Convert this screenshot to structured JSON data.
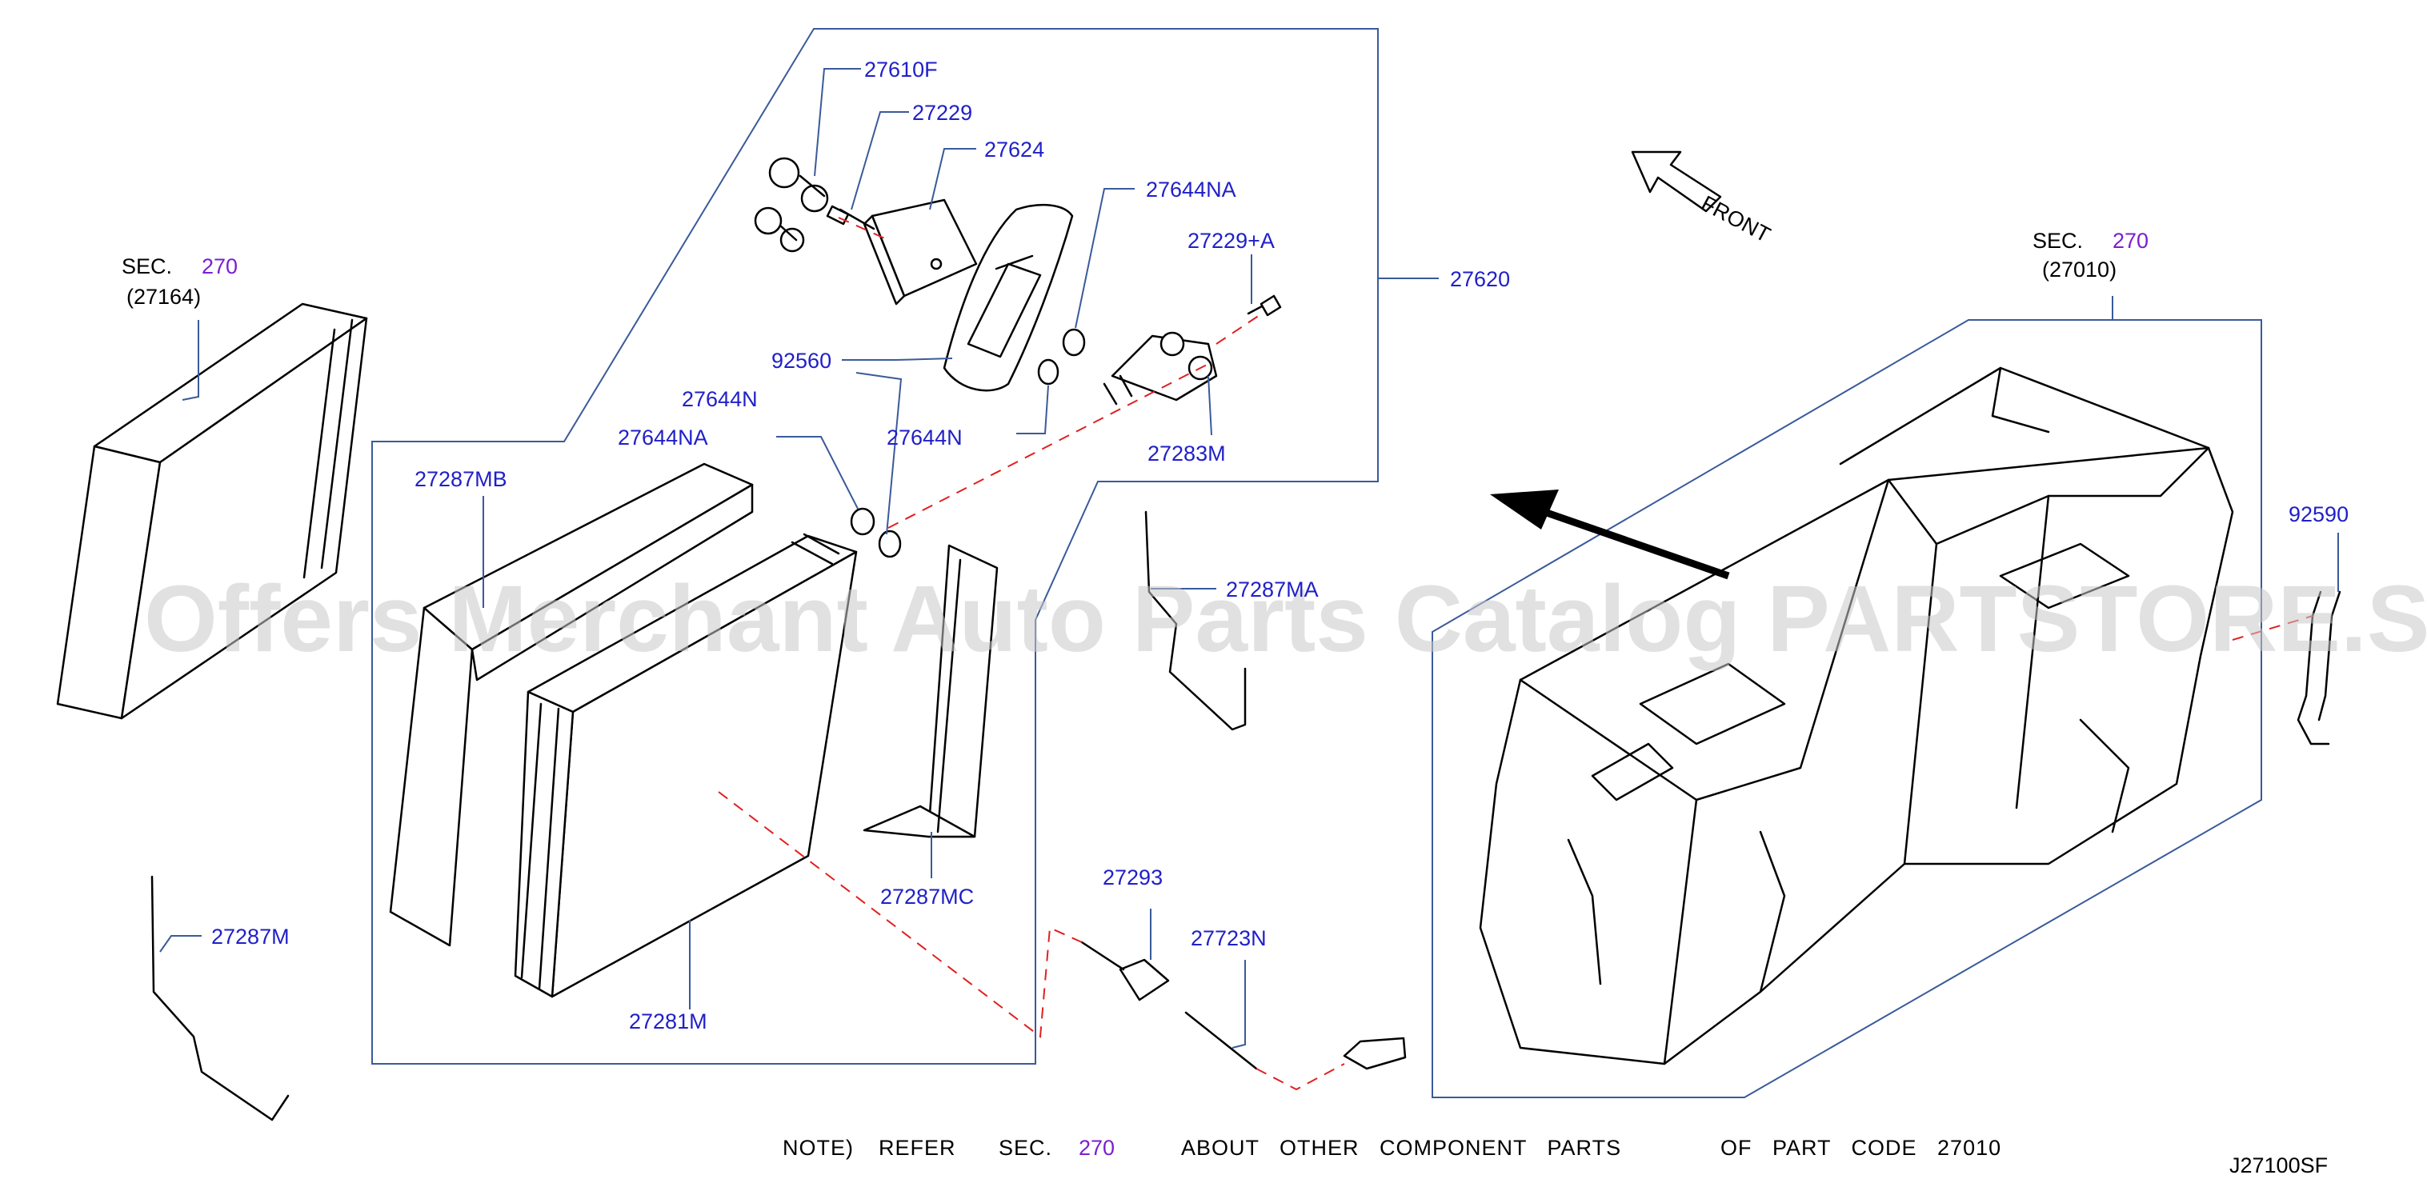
{
  "watermark": "Offers Merchant Auto Parts Catalog PARTSTORE.SA",
  "diagram_code": "J27100SF",
  "front_label": "FRONT",
  "sec_refs": [
    {
      "prefix": "SEC.",
      "number": "270",
      "code": "(27164)"
    },
    {
      "prefix": "SEC.",
      "number": "270",
      "code": "(27010)"
    }
  ],
  "note": {
    "prefix": "NOTE)",
    "refer": "REFER",
    "sec": "SEC.",
    "sec_number": "270",
    "text": "ABOUT   OTHER   COMPONENT   PARTS",
    "suffix": "OF   PART   CODE   27010"
  },
  "parts": [
    {
      "id": "p27610F",
      "label": "27610F"
    },
    {
      "id": "p27229",
      "label": "27229"
    },
    {
      "id": "p27624",
      "label": "27624"
    },
    {
      "id": "p27644NA_top",
      "label": "27644NA"
    },
    {
      "id": "p27229A",
      "label": "27229+A"
    },
    {
      "id": "p27620",
      "label": "27620"
    },
    {
      "id": "p92560",
      "label": "92560"
    },
    {
      "id": "p27644N_left",
      "label": "27644N"
    },
    {
      "id": "p27644NA_left",
      "label": "27644NA"
    },
    {
      "id": "p27644N_right",
      "label": "27644N"
    },
    {
      "id": "p27283M",
      "label": "27283M"
    },
    {
      "id": "p27287MB",
      "label": "27287MB"
    },
    {
      "id": "p27287MA",
      "label": "27287MA"
    },
    {
      "id": "p27287MC",
      "label": "27287MC"
    },
    {
      "id": "p27293",
      "label": "27293"
    },
    {
      "id": "p27723N",
      "label": "27723N"
    },
    {
      "id": "p27281M",
      "label": "27281M"
    },
    {
      "id": "p27287M",
      "label": "27287M"
    },
    {
      "id": "p92590",
      "label": "92590"
    }
  ],
  "colors": {
    "label": "#2020c8",
    "sec_number": "#7a1fd0",
    "leader": "#3a5a9a",
    "dashed": "#e02020"
  }
}
